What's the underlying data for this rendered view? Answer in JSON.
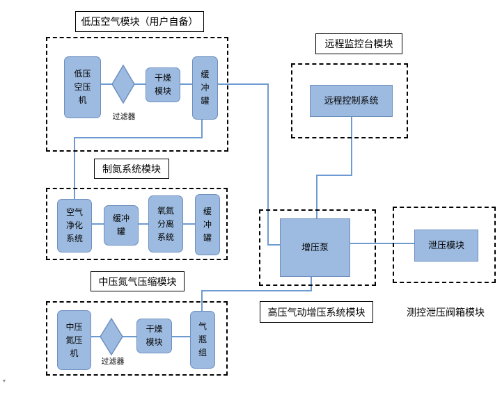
{
  "modules": {
    "low_pressure_air": "低压空气模块（用户自备）",
    "remote_monitor": "远程监控台模块",
    "nitrogen": "制氮系统模块",
    "mid_pressure": "中压氮气压缩模块",
    "high_pressure": "高压气动增压系统模块",
    "relief": "测控泄压阀箱模块"
  },
  "nodes": {
    "low_compressor": "低压\n空压\n机",
    "filter1": "过滤器",
    "dryer1": "干燥\n模块",
    "buffer1": "缓\n冲\n罐",
    "remote_control": "远程控制系统",
    "air_purify": "空气\n净化\n系统",
    "buffer2": "缓冲\n罐",
    "o2n2_separation": "氧氮\n分离\n系统",
    "buffer3": "缓\n冲\n罐",
    "booster_pump": "增压泵",
    "relief_module": "泄压模块",
    "mid_compressor": "中压\n氮压\n机",
    "filter2": "过滤器",
    "dryer2": "干燥\n模块",
    "cylinder_group": "气\n瓶\n组"
  },
  "colors": {
    "node_fill": "#9dbbe0",
    "node_border": "#6d8fbf",
    "connector": "#6d9bd1"
  }
}
